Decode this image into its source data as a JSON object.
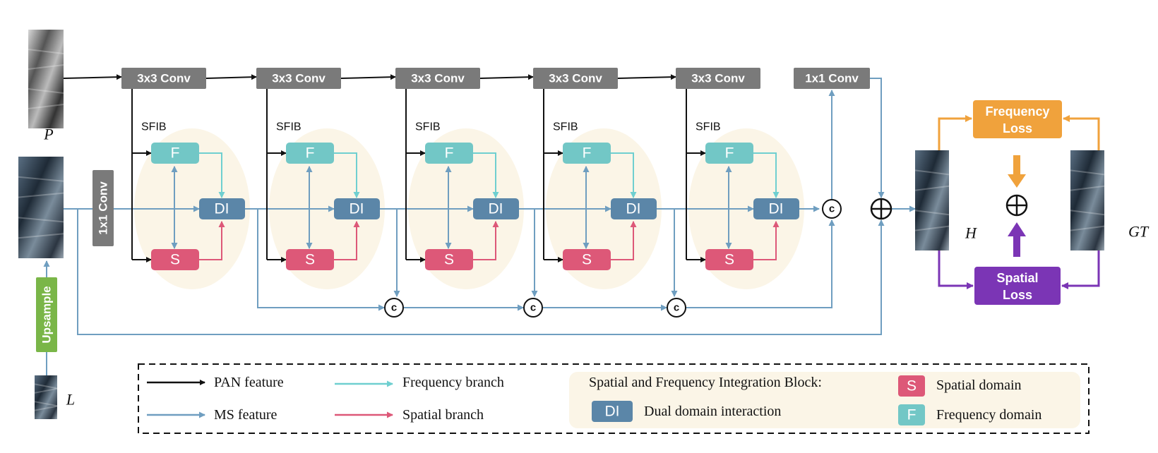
{
  "title": "",
  "inputs": {
    "pan_label": "P",
    "ms_label": "L",
    "output_label": "H",
    "gt_label": "GT"
  },
  "conv_blocks": [
    "3x3 Conv",
    "3x3 Conv",
    "3x3 Conv",
    "3x3 Conv",
    "3x3 Conv"
  ],
  "final_conv": "1x1 Conv",
  "ms_conv": "1x1 Conv",
  "upsample": "Upsample",
  "sfib": {
    "label": "SFIB",
    "count": 5,
    "f_label": "F",
    "s_label": "S",
    "di_label": "DI"
  },
  "concat_symbol": "c",
  "losses": {
    "frequency": [
      "Frequency",
      "Loss"
    ],
    "spatial": [
      "Spatial",
      "Loss"
    ]
  },
  "legend": {
    "pan_feature": "PAN feature",
    "ms_feature": "MS feature",
    "frequency_branch": "Frequency branch",
    "spatial_branch": "Spatial branch",
    "block_title": "Spatial and Frequency Integration Block:",
    "di_desc": "Dual domain interaction",
    "s_desc": "Spatial domain",
    "f_desc": "Frequency domain"
  },
  "colors": {
    "pan_arrow": "#111111",
    "ms_arrow": "#6f9ec0",
    "freq_arrow": "#6fcfd0",
    "spatial_arrow": "#dd5878",
    "conv": "#7a7a7a",
    "f_node": "#72c7c6",
    "s_node": "#dd5878",
    "di_node": "#5b86a8",
    "sfib_bg": "#fbf5e7",
    "freq_loss": "#f0a23c",
    "spatial_loss": "#7b35b5",
    "upsample": "#7ab648"
  }
}
